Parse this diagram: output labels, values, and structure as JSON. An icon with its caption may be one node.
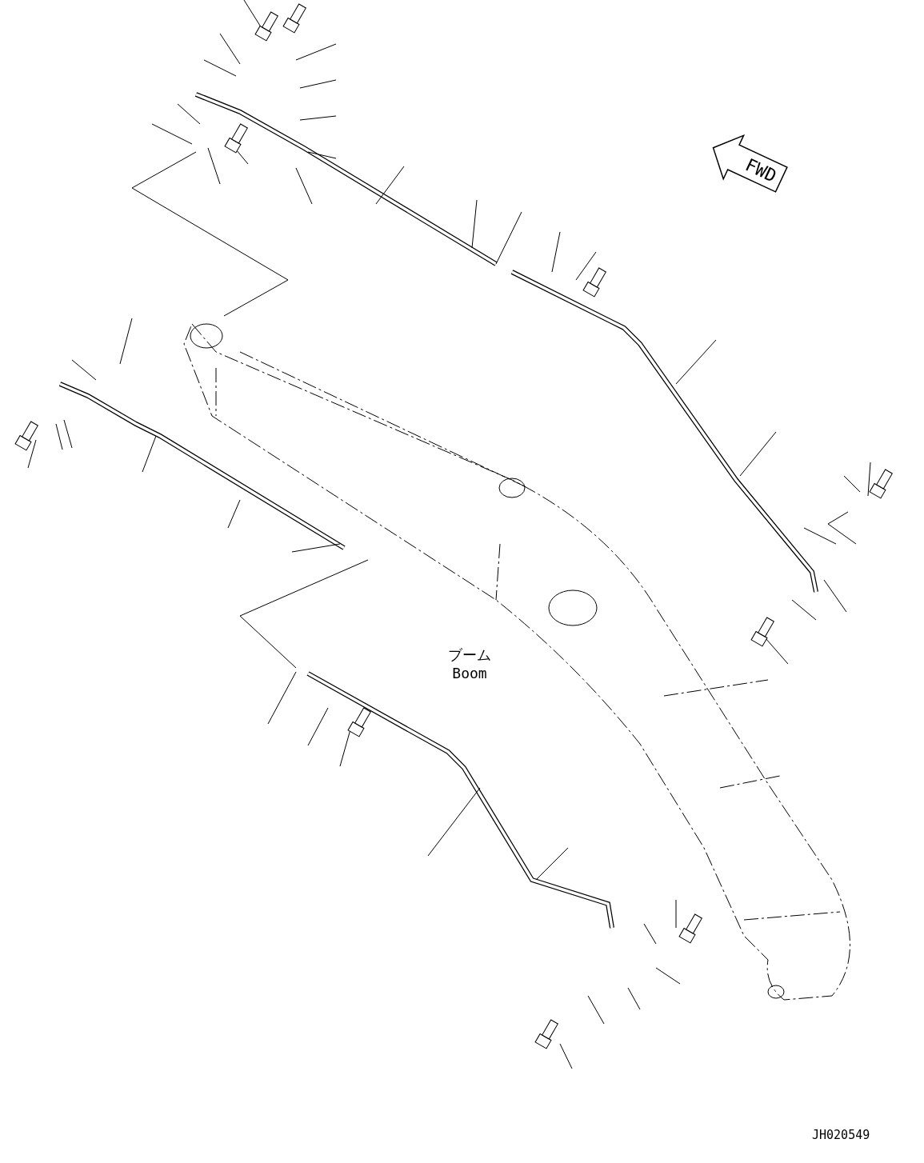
{
  "diagram": {
    "nodes": [
      {
        "text": [
          "FWD"
        ]
      }
    ],
    "labels": [
      "ブーム",
      "Boom",
      "JH020549"
    ]
  }
}
